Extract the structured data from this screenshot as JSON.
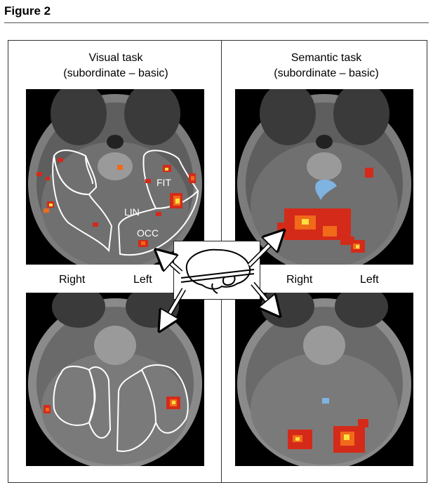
{
  "figure": {
    "title": "Figure 2"
  },
  "panels": {
    "visual": {
      "title": "Visual task",
      "subtitle": "(subordinate – basic)"
    },
    "semantic": {
      "title": "Semantic task",
      "subtitle": "(subordinate – basic)"
    }
  },
  "orientation": {
    "left_right": "Right",
    "left_left": "Left",
    "right_right": "Right",
    "right_left": "Left"
  },
  "regions": {
    "fit": "FIT",
    "lin": "LIN",
    "occ": "OCC"
  },
  "colors": {
    "activation_red": "#d42a1a",
    "activation_orange": "#f06a1a",
    "activation_yellow": "#ffe040",
    "deactivation_blue": "#7fb3e0"
  }
}
